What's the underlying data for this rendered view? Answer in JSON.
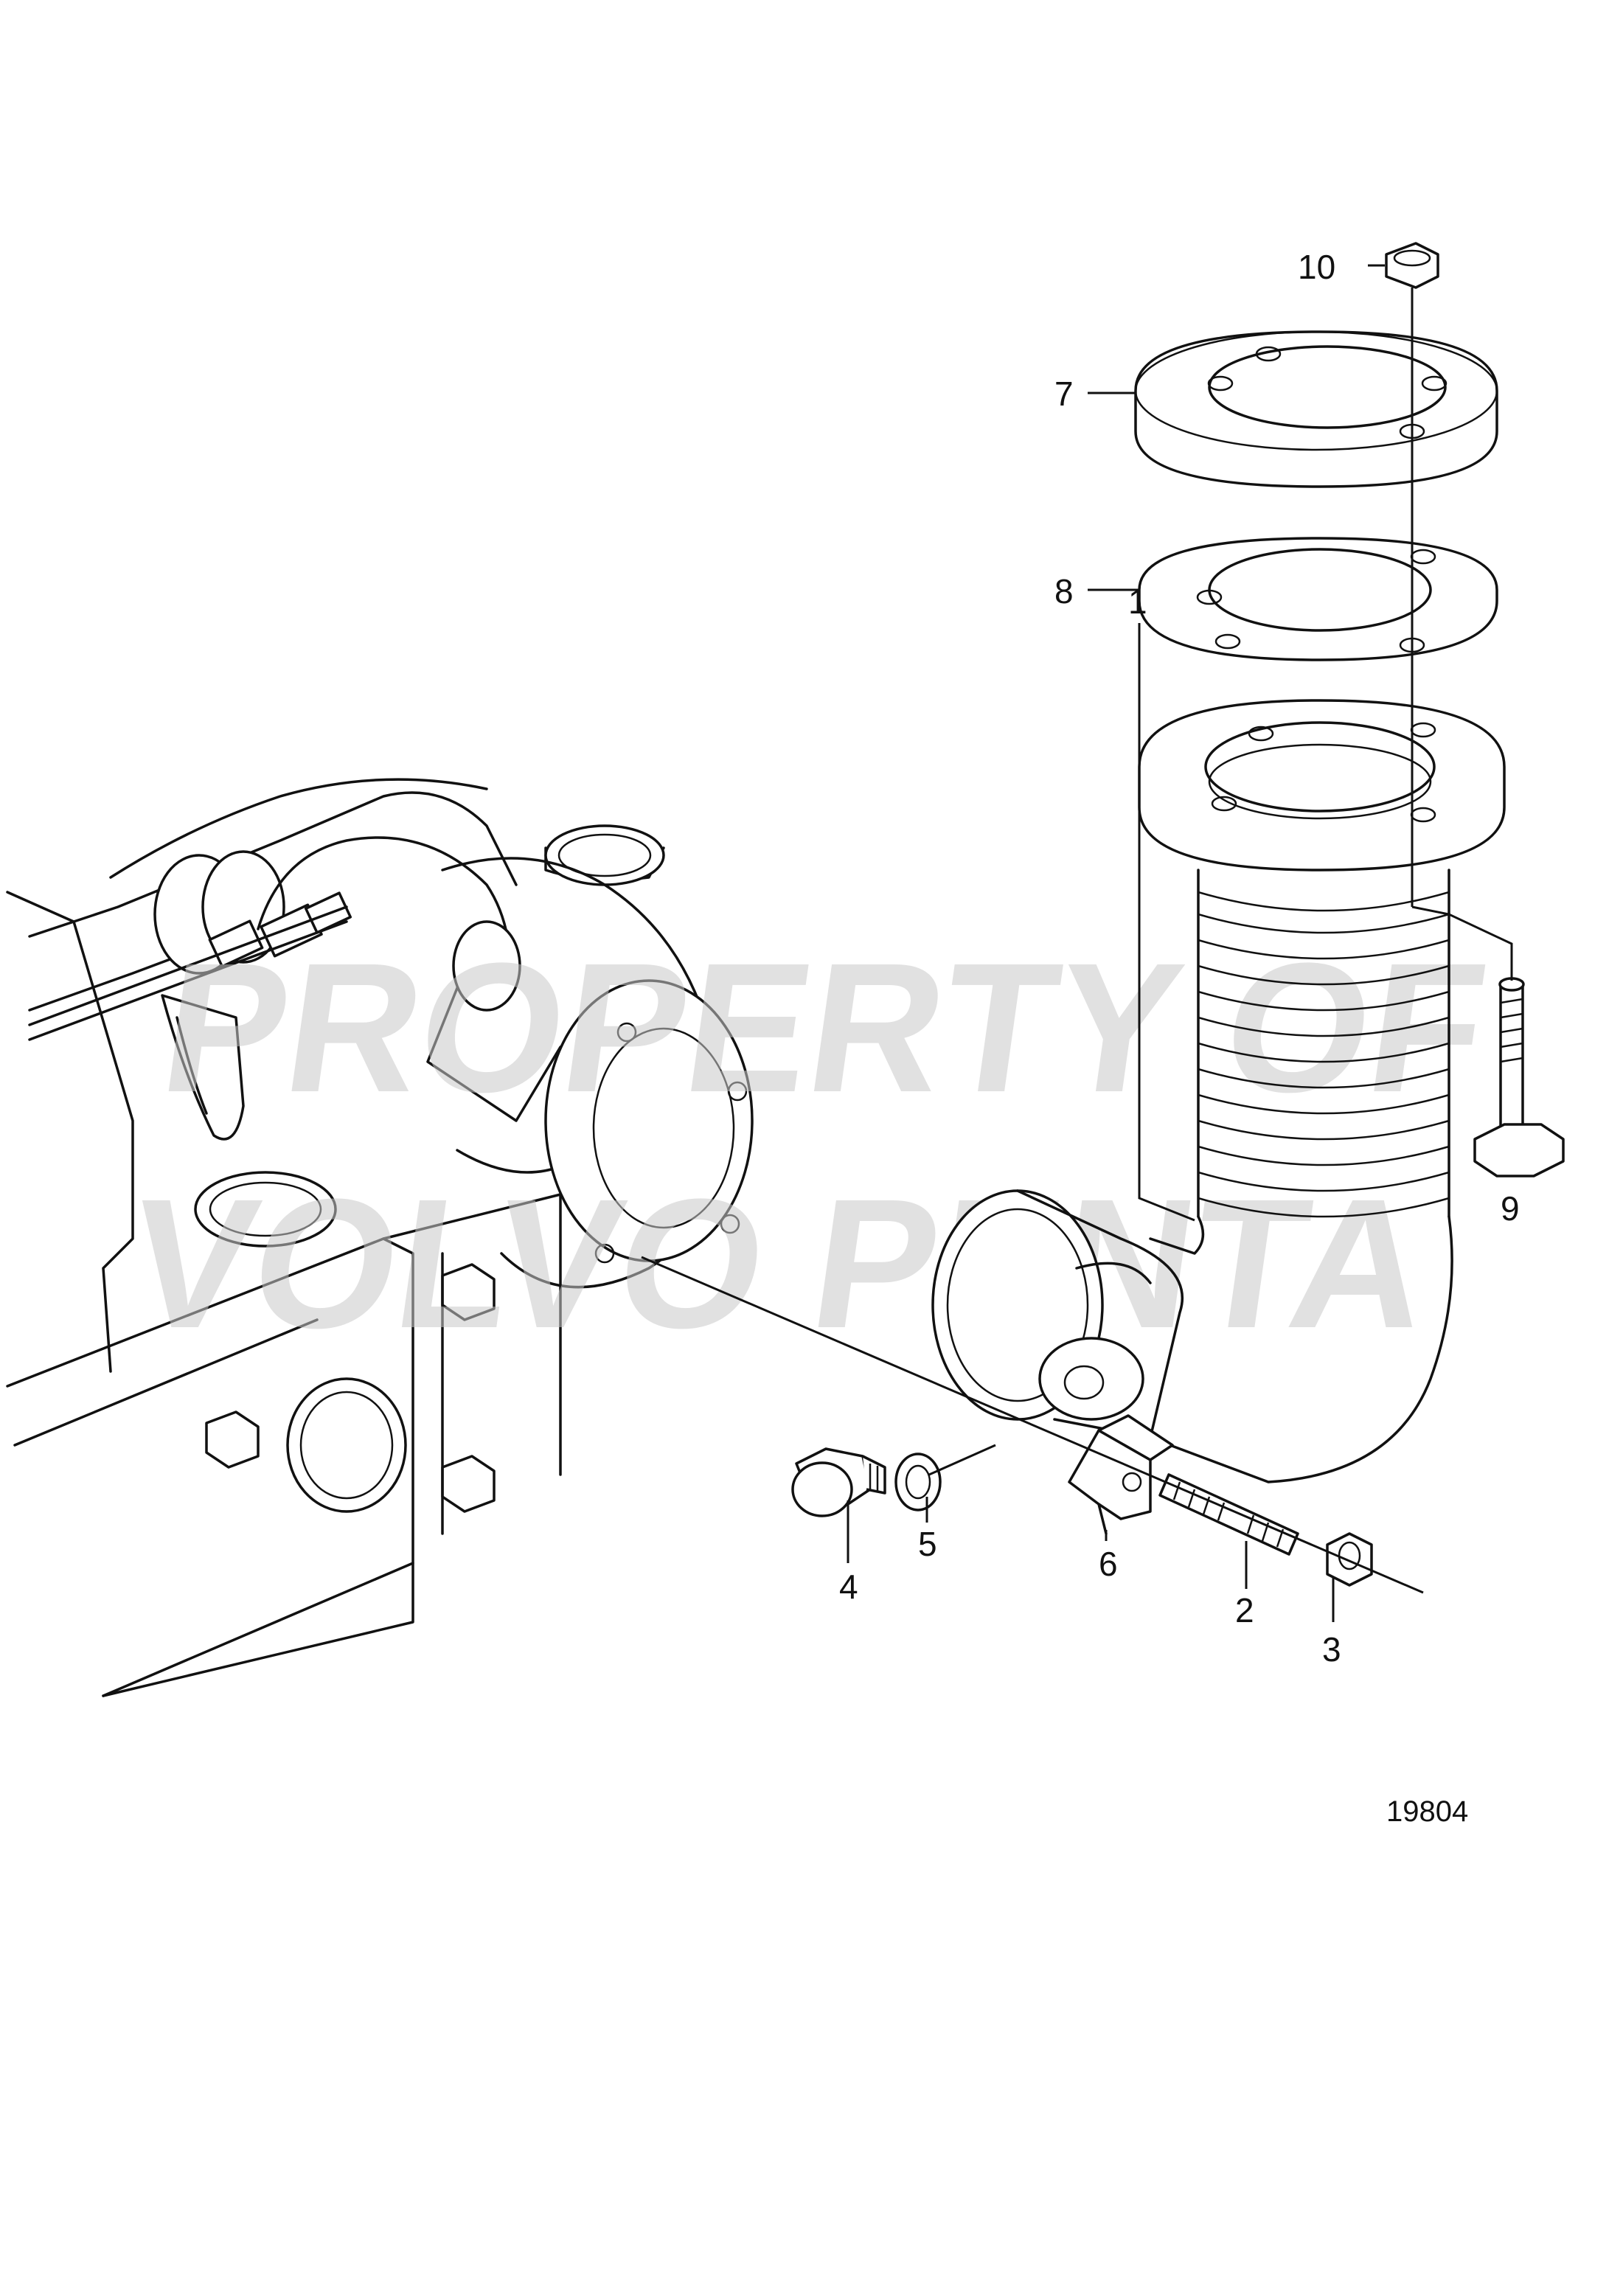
{
  "figure_number": "19804",
  "watermark": {
    "line1": "PROPERTY OF",
    "line2": "VOLVO PENTA"
  },
  "callouts": [
    {
      "id": "1",
      "label": "1"
    },
    {
      "id": "2",
      "label": "2"
    },
    {
      "id": "3",
      "label": "3"
    },
    {
      "id": "4",
      "label": "4"
    },
    {
      "id": "5",
      "label": "5"
    },
    {
      "id": "6",
      "label": "6"
    },
    {
      "id": "7",
      "label": "7"
    },
    {
      "id": "8",
      "label": "8"
    },
    {
      "id": "9",
      "label": "9"
    },
    {
      "id": "10",
      "label": "10"
    }
  ],
  "colors": {
    "line": "#111111",
    "background": "#ffffff",
    "watermark": "#c9c9c9"
  }
}
